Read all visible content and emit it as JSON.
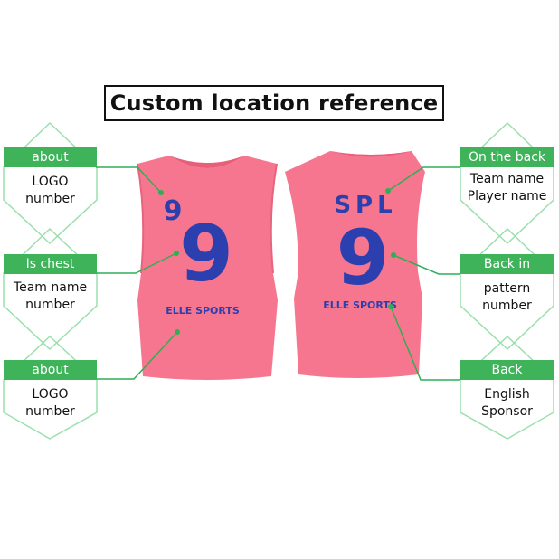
{
  "title": "Custom location reference",
  "colors": {
    "jersey": "#f7768f",
    "print": "#2c3fae",
    "accent_green": "#3fb35a",
    "outline": "#9be0ad"
  },
  "front": {
    "small_number": "9",
    "big_number": "9",
    "sponsor": "ELLE SPORTS"
  },
  "back": {
    "team": "SPL",
    "big_number": "9",
    "sponsor": "ELLE SPORTS"
  },
  "labels": {
    "left_top": {
      "head": "about",
      "line1": "LOGO",
      "line2": "number"
    },
    "left_mid": {
      "head": "Is chest",
      "line1": "Team name",
      "line2": "number"
    },
    "left_bottom": {
      "head": "about",
      "line1": "LOGO",
      "line2": "number"
    },
    "right_top": {
      "head": "On the back",
      "line1": "Team name",
      "line2": "Player name"
    },
    "right_mid": {
      "head": "Back in",
      "line1": "pattern",
      "line2": "number"
    },
    "right_bottom": {
      "head": "Back",
      "line1": "English",
      "line2": "Sponsor"
    }
  }
}
